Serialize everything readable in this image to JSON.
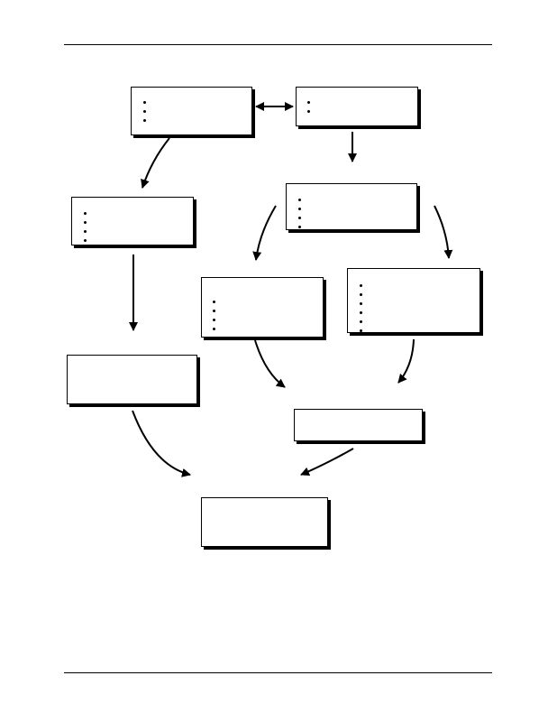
{
  "diagram": {
    "type": "flowchart",
    "nodes": [
      {
        "id": "a",
        "text": "",
        "bullet_count": 3
      },
      {
        "id": "b",
        "text": "",
        "bullet_count": 2
      },
      {
        "id": "c",
        "text": "",
        "bullet_count": 4
      },
      {
        "id": "d",
        "text": "",
        "bullet_count": 4
      },
      {
        "id": "e",
        "text": "",
        "bullet_count": 4
      },
      {
        "id": "f",
        "text": "",
        "bullet_count": 6
      },
      {
        "id": "g",
        "text": "",
        "bullet_count": 0
      },
      {
        "id": "h",
        "text": "",
        "bullet_count": 0
      },
      {
        "id": "i",
        "text": "",
        "bullet_count": 0
      }
    ],
    "edges": [
      {
        "from": "a",
        "to": "b",
        "direction": "both"
      },
      {
        "from": "a",
        "to": "c",
        "direction": "forward"
      },
      {
        "from": "b",
        "to": "d",
        "direction": "forward"
      },
      {
        "from": "c",
        "to": "g",
        "direction": "forward"
      },
      {
        "from": "d",
        "to": "e",
        "direction": "forward"
      },
      {
        "from": "d",
        "to": "f",
        "direction": "forward"
      },
      {
        "from": "e",
        "to": "h",
        "direction": "forward"
      },
      {
        "from": "f",
        "to": "h",
        "direction": "forward"
      },
      {
        "from": "g",
        "to": "i",
        "direction": "forward"
      },
      {
        "from": "h",
        "to": "i",
        "direction": "forward"
      }
    ]
  }
}
